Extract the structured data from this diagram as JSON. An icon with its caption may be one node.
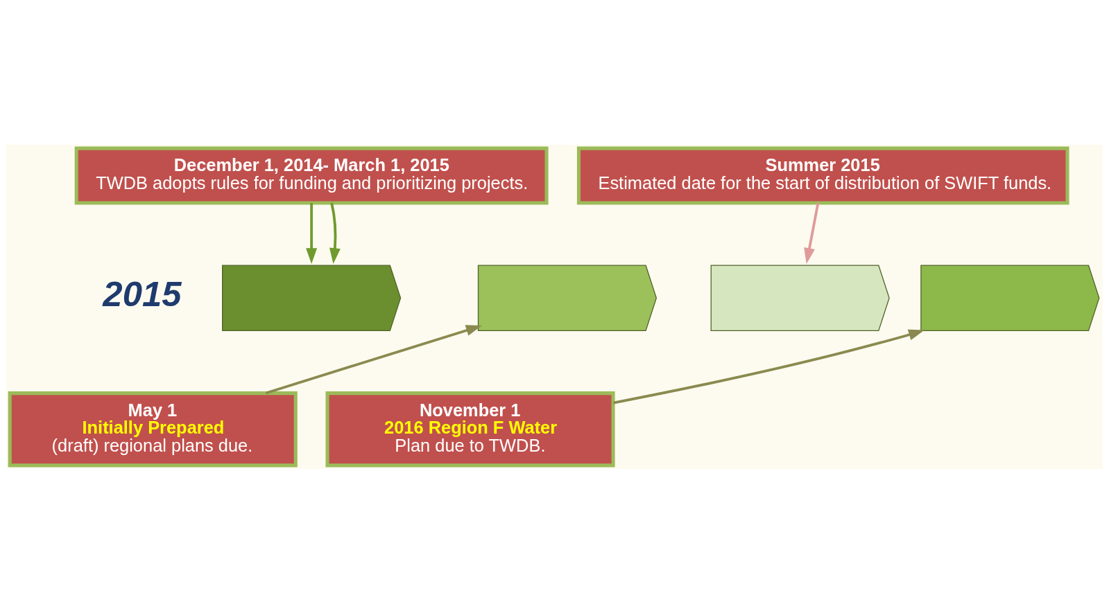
{
  "diagram": {
    "nodes": [
      {
        "text": [
          "December 1, 2014- March 1, 2015",
          "TWDB adopts rules for funding and prioritizing projects."
        ]
      },
      {
        "text": [
          "Summer 2015",
          "Estimated date for the start of distribution of SWIFT funds."
        ]
      },
      {
        "text": [],
        "shape": "chevron"
      },
      {
        "text": [],
        "shape": "chevron"
      },
      {
        "text": [],
        "shape": "chevron"
      },
      {
        "text": [],
        "shape": "chevron"
      },
      {
        "text": [
          "May 1",
          "Initially Prepared",
          "(draft) regional plans due."
        ]
      },
      {
        "text": [
          "November 1",
          "2016 Region F Water",
          "Plan due to TWDB."
        ]
      }
    ],
    "edges": [
      {
        "from": 0,
        "to": 2,
        "arrow": "to",
        "color": "#6f9a2e"
      },
      {
        "from": 0,
        "to": 2,
        "arrow": "to",
        "color": "#6f9a2e"
      },
      {
        "from": 1,
        "to": 4,
        "arrow": "to",
        "color": "#e09a9a"
      },
      {
        "from": 6,
        "to": 3,
        "arrow": "to",
        "color": "#8a8a50"
      },
      {
        "from": 7,
        "to": 5,
        "arrow": "to",
        "color": "#8a8a50"
      }
    ],
    "labels": [
      "2015"
    ]
  }
}
